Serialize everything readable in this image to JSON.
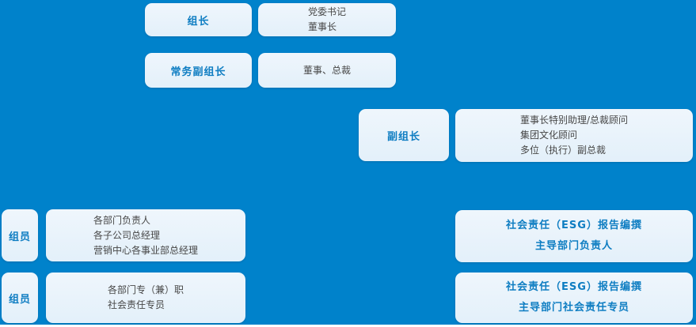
{
  "palette": {
    "background_blue": "#0082CB",
    "box_fill": "#E7F1FA",
    "accent_text_blue": "#0E7DC2",
    "body_text_gray": "#474747"
  },
  "org_chart": {
    "row1": {
      "label": "组长",
      "lines": [
        "党委书记",
        "董事长"
      ]
    },
    "row2": {
      "label": "常务副组长",
      "lines": [
        "董事、总裁"
      ]
    },
    "row3": {
      "label": "副组长",
      "lines": [
        "董事长特别助理/总裁顾问",
        "集团文化顾问",
        "多位（执行）副总裁"
      ]
    },
    "row4_left": {
      "label": "组员",
      "lines": [
        "各部门负责人",
        "各子公司总经理",
        "营销中心各事业部总经理"
      ]
    },
    "row4_right": {
      "lines": [
        "社会责任（ESG）报告编撰",
        "主导部门负责人"
      ]
    },
    "row5_left": {
      "label": "组员",
      "lines": [
        "各部门专（兼）职",
        "社会责任专员"
      ]
    },
    "row5_right": {
      "lines": [
        "社会责任（ESG）报告编撰",
        "主导部门社会责任专员"
      ]
    }
  }
}
